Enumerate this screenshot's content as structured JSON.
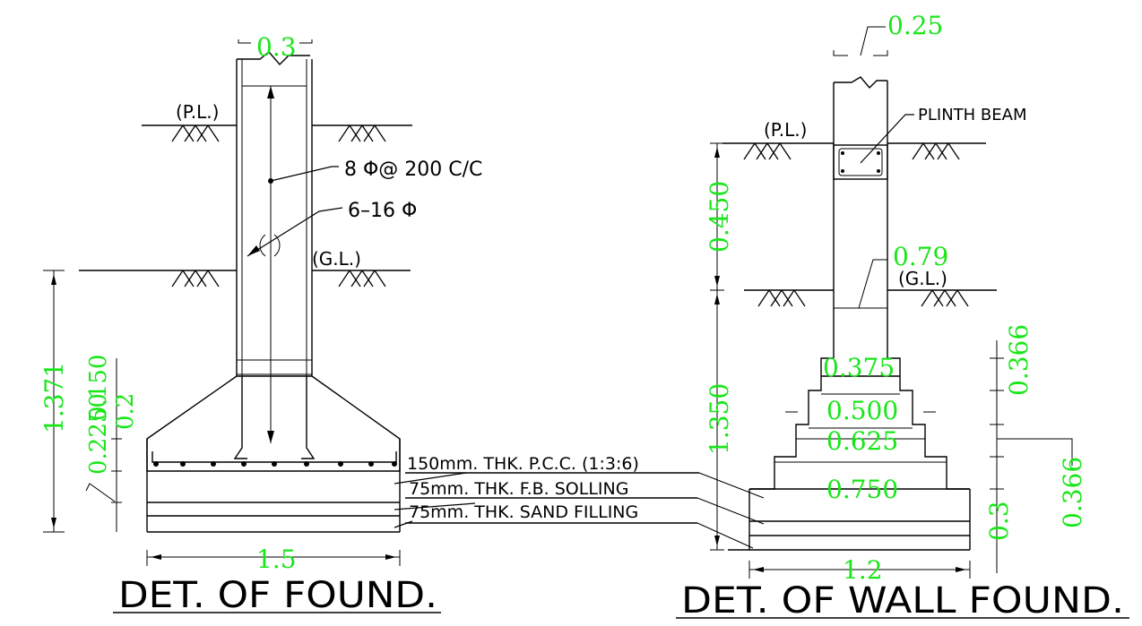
{
  "left_detail": {
    "title": "DET. OF FOUND.",
    "pl_label": "(P.L.)",
    "gl_label": "(G.L.)",
    "stirrup_note": "8 Φ@ 200 C/C",
    "main_bar_note": "6–16 Φ",
    "layer_pcc": "150mm. THK. P.C.C. (1:3:6)",
    "layer_fb": "75mm. THK. F.B. SOLLING",
    "layer_sand": "75mm. THK. SAND FILLING",
    "dim_column_width": "0.3",
    "dim_base_width": "1.5",
    "dim_total_height": "1.371",
    "dim_footing_depth": "0.2",
    "dim_overlap_labels": "0.2250",
    "dim_overlap_labels_2": "0.150"
  },
  "right_detail": {
    "title": "DET. OF WALL FOUND.",
    "pl_label": "(P.L.)",
    "gl_label": "(G.L.)",
    "plinth_beam_label": "PLINTH BEAM",
    "dim_wall_width": "0.25",
    "dim_pl_to_gl": "0.450",
    "dim_gl_to_base": "1.350",
    "dim_079": "0.79",
    "dim_step_1": "0.375",
    "dim_step_2": "0.500",
    "dim_step_3": "0.625",
    "dim_step_4": "0.750",
    "dim_base_width": "1.2",
    "dim_right_upper": "0.366",
    "dim_right_lower": "0.366",
    "dim_base_thickness": "0.3"
  }
}
